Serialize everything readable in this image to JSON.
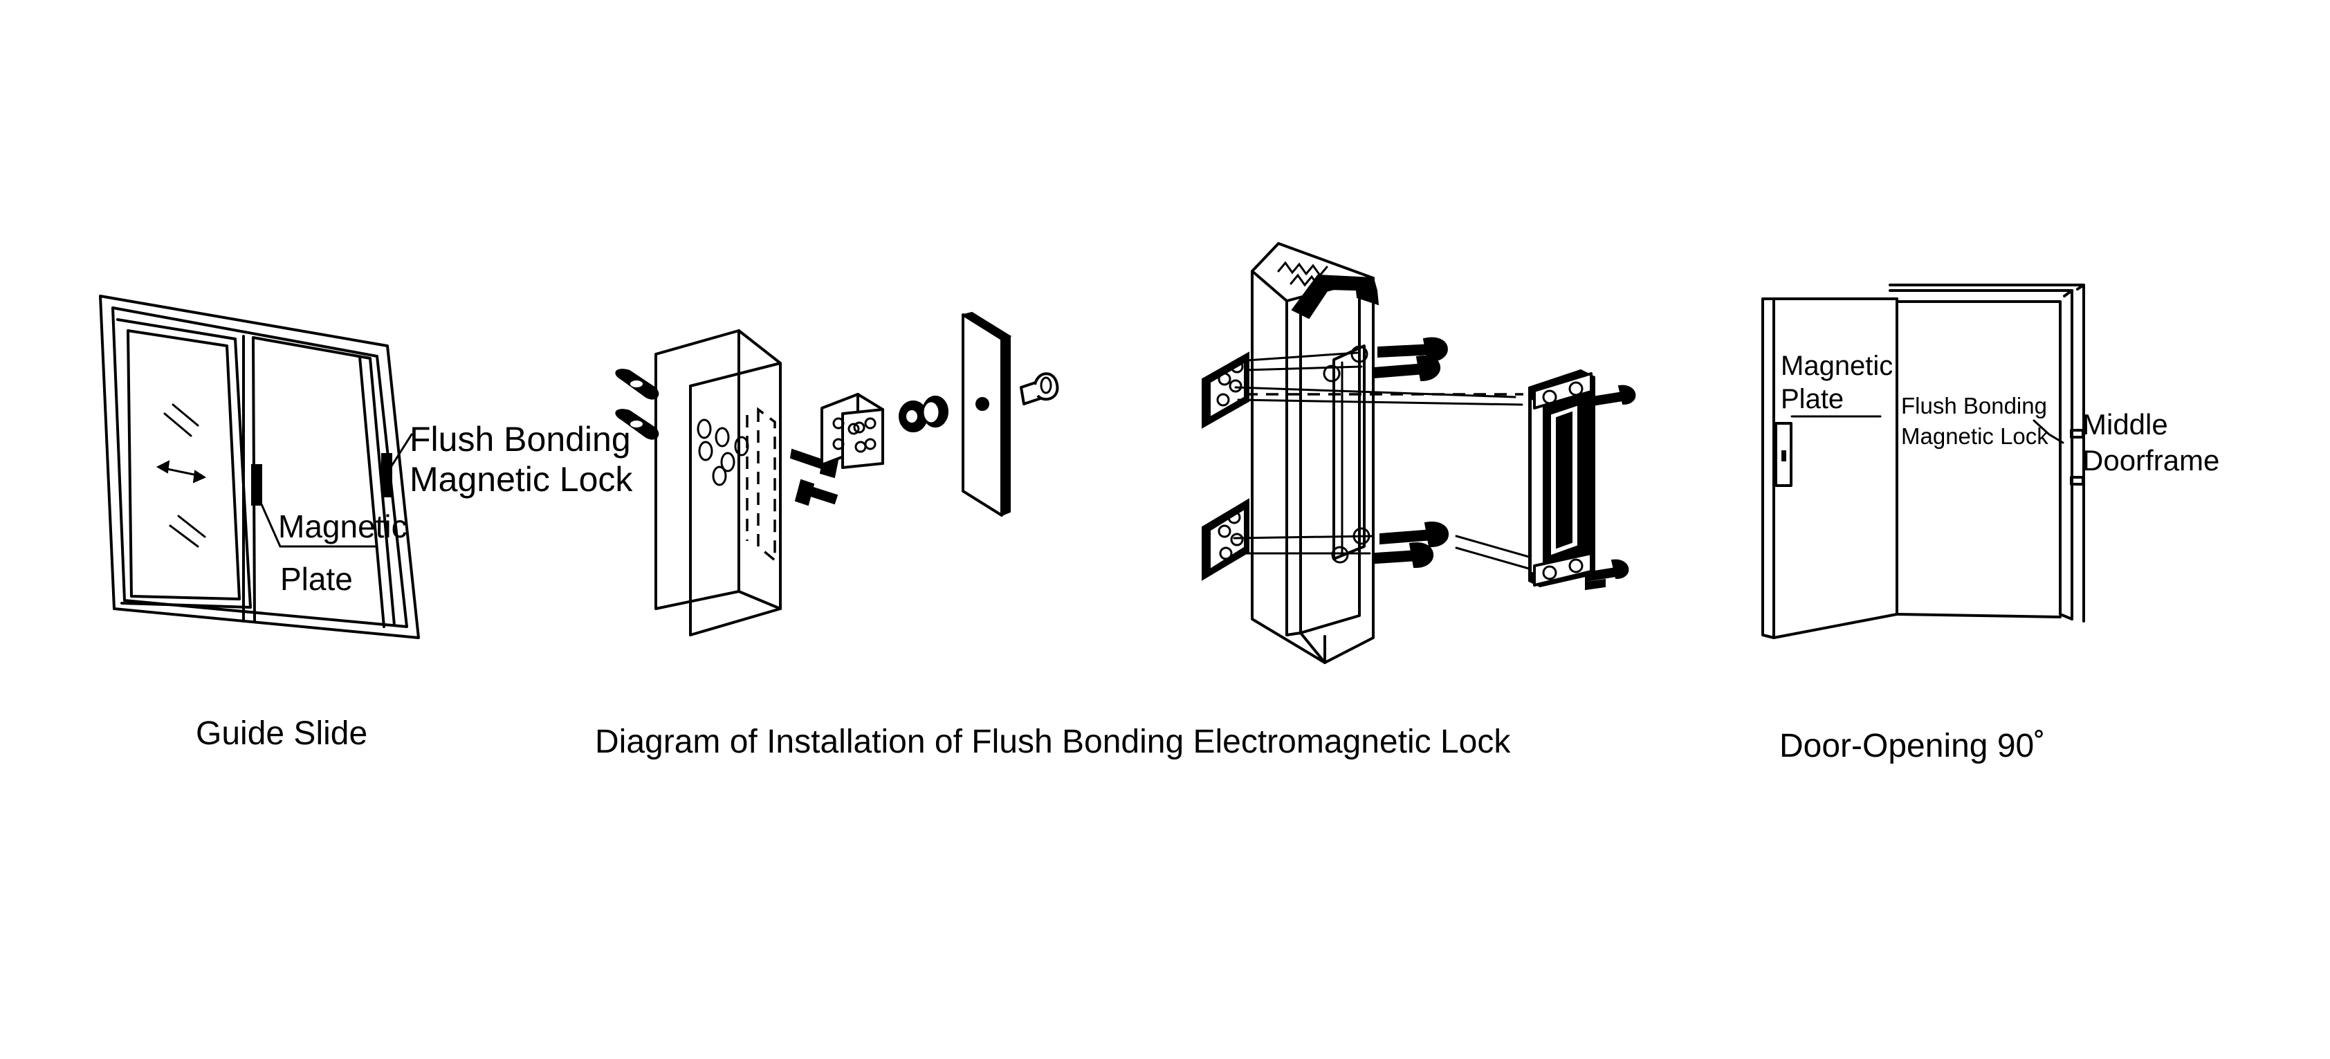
{
  "labels": {
    "slide_lock": [
      "Flush Bonding",
      "Magnetic Lock"
    ],
    "slide_plate": [
      "Magnetic",
      "Plate"
    ],
    "door_plate": [
      "Magnetic",
      "Plate"
    ],
    "door_lock": [
      "Flush Bonding",
      "Magnetic Lock"
    ],
    "door_frame": [
      "Middle",
      "Doorframe"
    ]
  },
  "captions": {
    "guide_slide": "Guide  Slide",
    "installation": "Diagram of Installation of Flush Bonding Electromagnetic Lock",
    "door_opening": "Door-Opening 90˚"
  }
}
